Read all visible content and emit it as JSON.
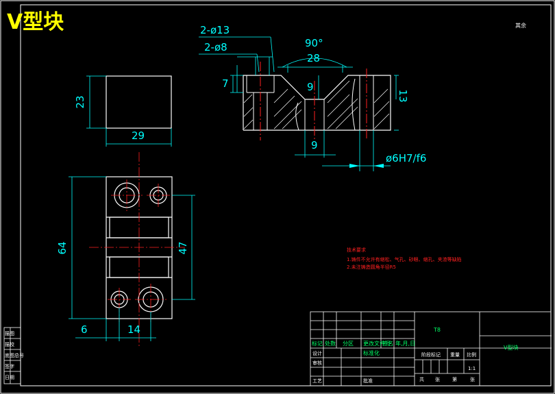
{
  "title": "V型块",
  "corner_note": "其余",
  "dims": {
    "d13": "2-ø13",
    "d8": "2-ø8",
    "angle": "90°",
    "w28": "28",
    "h7": "7",
    "h9v": "9",
    "h13": "13",
    "w9": "9",
    "fit": "ø6H7/f6",
    "h23": "23",
    "w29": "29",
    "h64": "64",
    "h47": "47",
    "w6": "6",
    "w14": "14"
  },
  "requirements": {
    "heading": "技术要求",
    "line1": "1.铸件不允许有缩松、气孔、砂眼、缩孔、夹渣等缺陷",
    "line2": "2.未注铸造圆角半径R5"
  },
  "title_block": {
    "material": "T8",
    "part_name": "V型块",
    "scale": "1:1",
    "row_labels": [
      "标记",
      "处数",
      "分区",
      "更改文件号",
      "签名",
      "年,月,日"
    ],
    "design": "设计",
    "standardize": "标准化",
    "check": "审核",
    "process": "工艺",
    "approve": "批准",
    "stage_mark": "阶段标记",
    "weight": "重量",
    "ratio": "比例",
    "sheets_total": "共",
    "sheets": "张",
    "sheet_no": "第",
    "sheet": "张"
  },
  "left_strip": [
    "描图",
    "描校",
    "底图总号",
    "签字",
    "日期"
  ]
}
